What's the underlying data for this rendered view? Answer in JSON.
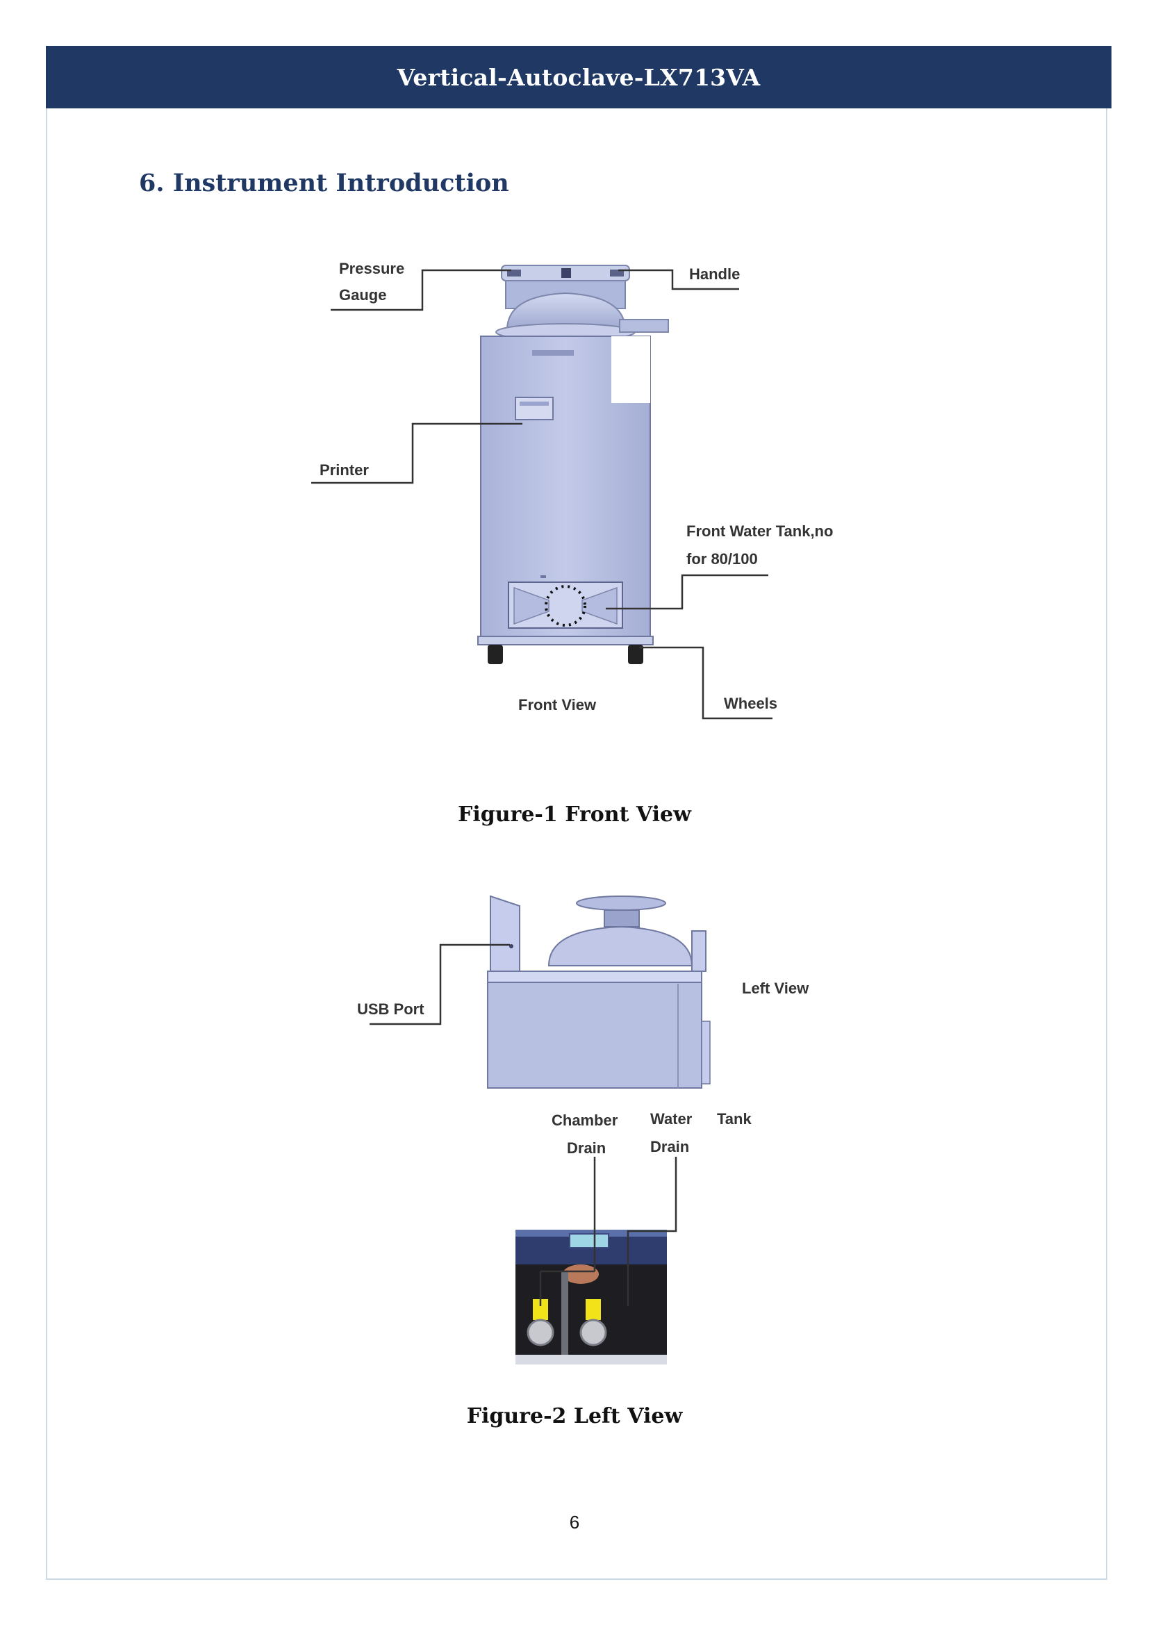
{
  "header": {
    "title": "Vertical-Autoclave-LX713VA"
  },
  "section": {
    "number": "6.",
    "title": "Instrument Introduction"
  },
  "figure1": {
    "labels": {
      "pressure_gauge_line1": "Pressure",
      "pressure_gauge_line2": "Gauge",
      "handle": "Handle",
      "printer": "Printer",
      "front_water_tank_line1": "Front Water Tank,no",
      "front_water_tank_line2": "for 80/100",
      "front_view": "Front View",
      "wheels": "Wheels"
    },
    "caption": "Figure-1 Front View"
  },
  "figure2": {
    "labels": {
      "usb_port": "USB Port",
      "left_view": "Left View",
      "chamber_drain_line1": "Chamber",
      "chamber_drain_line2": "Drain",
      "water_tank_drain_line1": "Water",
      "water_tank_drain_word2": "Tank",
      "water_tank_drain_line2": "Drain"
    },
    "caption": "Figure-2 Left View"
  },
  "page": {
    "number": "6"
  },
  "colors": {
    "header_bg": "#1f3864",
    "heading": "#1f3864",
    "machine_body": "#b9c1e2",
    "frame": "#c9d9e6"
  }
}
